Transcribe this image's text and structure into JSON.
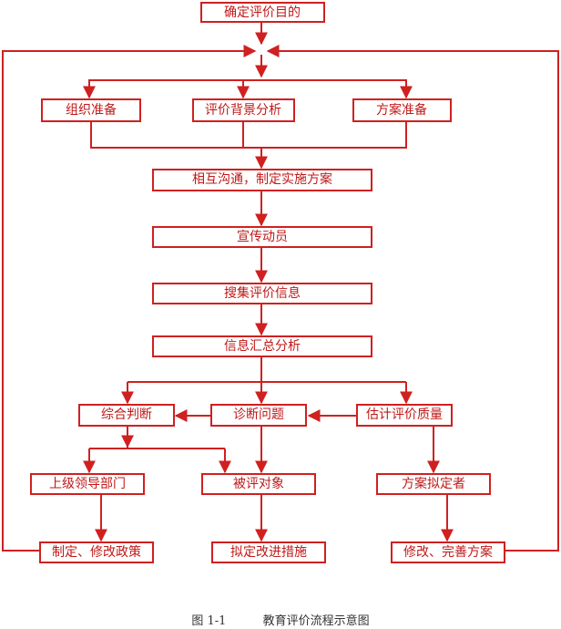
{
  "diagram": {
    "nodes": {
      "goal": "确定评价目的",
      "organize": "组织准备",
      "background": "评价背景分析",
      "plan_prep": "方案准备",
      "communicate": "相互沟通，制定实施方案",
      "mobilize": "宣传动员",
      "collect": "搜集评价信息",
      "aggregate": "信息汇总分析",
      "judge": "综合判断",
      "diagnose": "诊断问题",
      "estimate": "估计评价质量",
      "leaders": "上级领导部门",
      "evaluated": "被评对象",
      "planners": "方案拟定者",
      "policy": "制定、修改政策",
      "measures": "拟定改进措施",
      "improve": "修改、完善方案"
    },
    "colors": {
      "stroke": "#d02020",
      "text": "#c01818"
    }
  },
  "caption": {
    "number": "图  1-1",
    "title": "教育评价流程示意图"
  }
}
